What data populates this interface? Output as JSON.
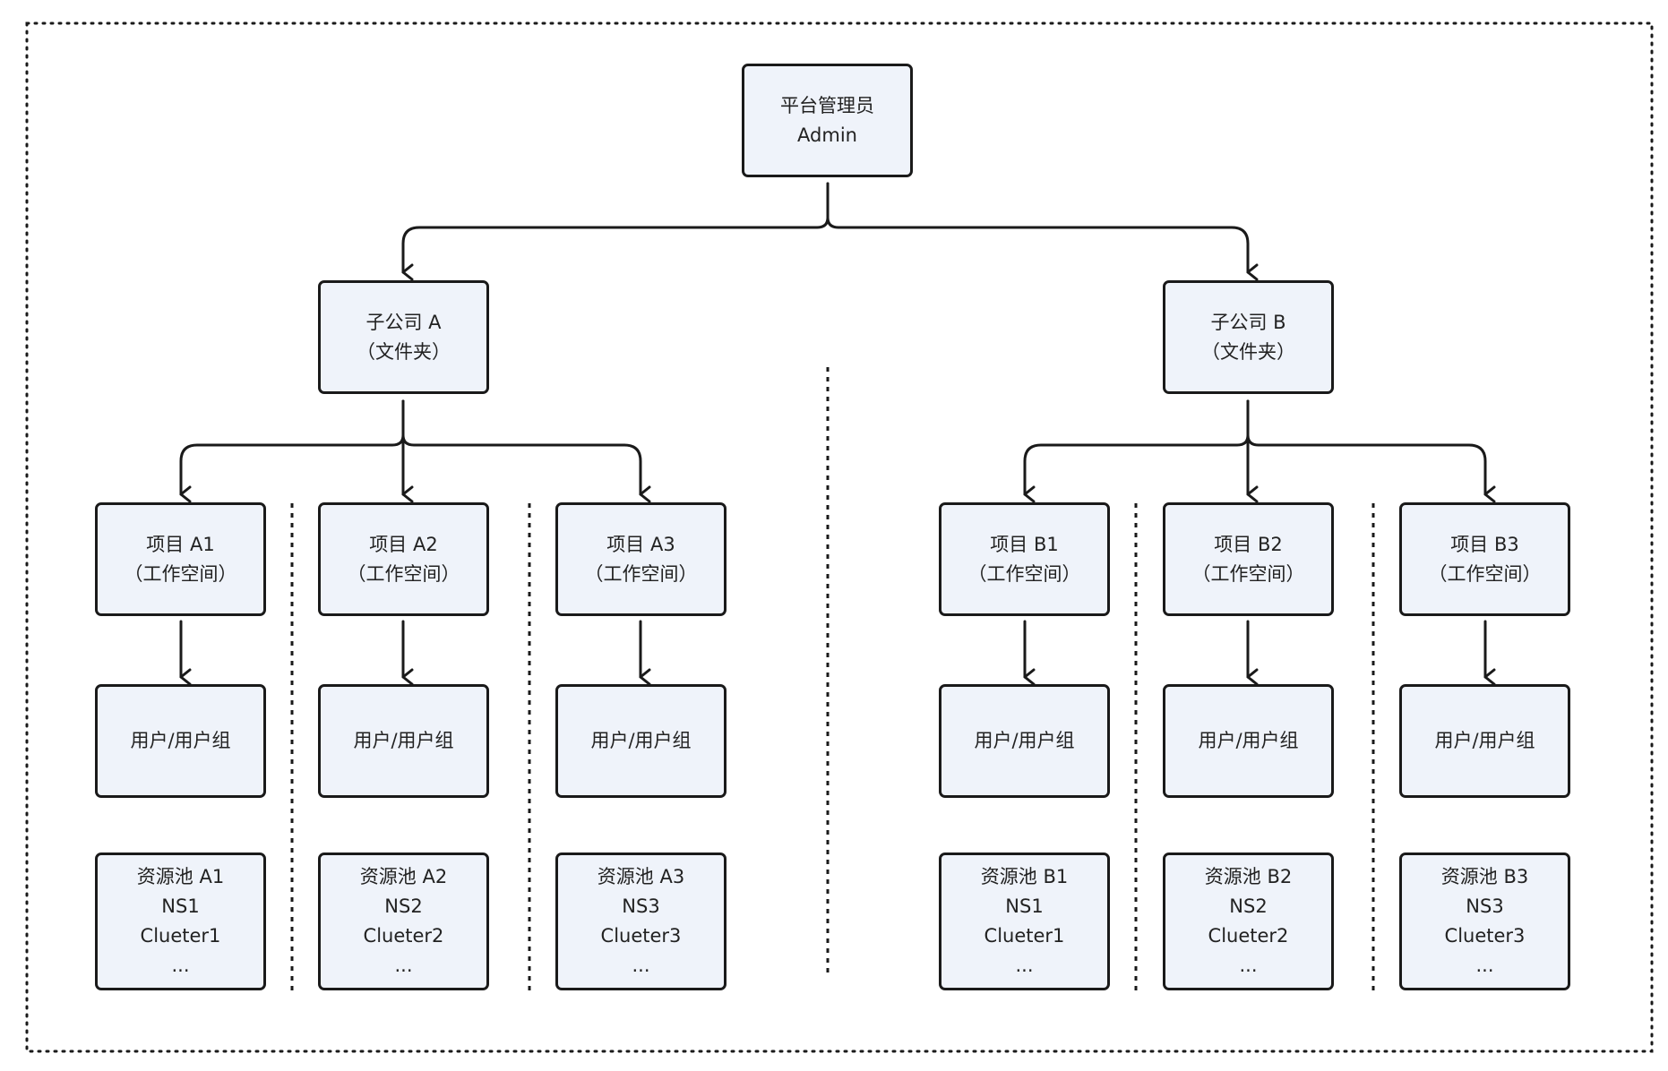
{
  "colors": {
    "background": "#ffffff",
    "box_fill": "#eff3fa",
    "box_border": "#1a1a1a",
    "line": "#1a1a1a",
    "text": "#222222"
  },
  "root": {
    "line1": "平台管理员",
    "line2": "Admin"
  },
  "subsidiaries": [
    {
      "line1": "子公司 A",
      "line2": "（文件夹）",
      "projects": [
        {
          "line1": "项目 A1",
          "line2": "（工作空间）",
          "users": "用户/用户组",
          "pool": {
            "line1": "资源池 A1",
            "line2": "NS1",
            "line3": "Clueter1",
            "line4": "..."
          }
        },
        {
          "line1": "项目 A2",
          "line2": "（工作空间）",
          "users": "用户/用户组",
          "pool": {
            "line1": "资源池 A2",
            "line2": "NS2",
            "line3": "Clueter2",
            "line4": "..."
          }
        },
        {
          "line1": "项目 A3",
          "line2": "（工作空间）",
          "users": "用户/用户组",
          "pool": {
            "line1": "资源池 A3",
            "line2": "NS3",
            "line3": "Clueter3",
            "line4": "..."
          }
        }
      ]
    },
    {
      "line1": "子公司 B",
      "line2": "（文件夹）",
      "projects": [
        {
          "line1": "项目 B1",
          "line2": "（工作空间）",
          "users": "用户/用户组",
          "pool": {
            "line1": "资源池 B1",
            "line2": "NS1",
            "line3": "Clueter1",
            "line4": "..."
          }
        },
        {
          "line1": "项目 B2",
          "line2": "（工作空间）",
          "users": "用户/用户组",
          "pool": {
            "line1": "资源池 B2",
            "line2": "NS2",
            "line3": "Clueter2",
            "line4": "..."
          }
        },
        {
          "line1": "项目 B3",
          "line2": "（工作空间）",
          "users": "用户/用户组",
          "pool": {
            "line1": "资源池 B3",
            "line2": "NS3",
            "line3": "Clueter3",
            "line4": "..."
          }
        }
      ]
    }
  ]
}
